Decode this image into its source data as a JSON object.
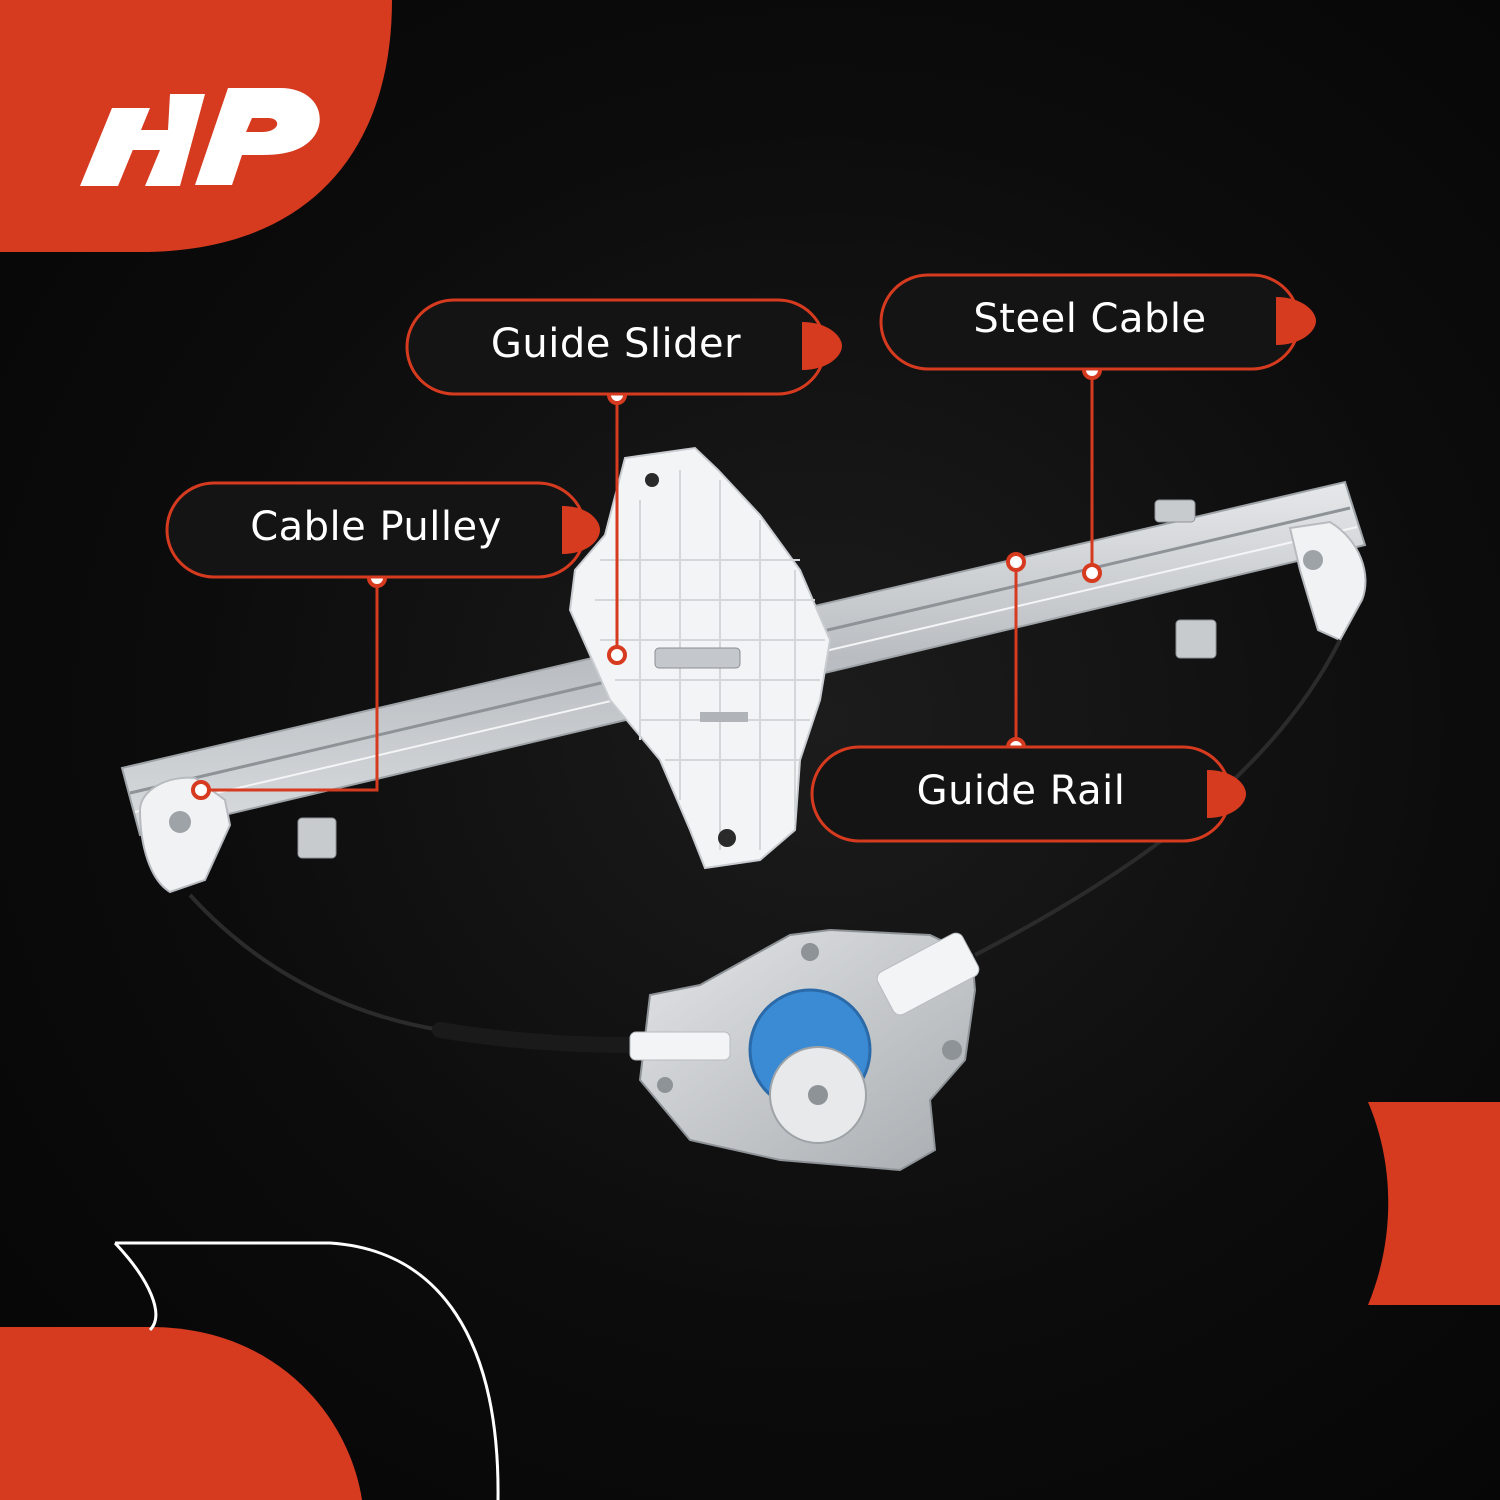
{
  "brand": {
    "logo_icon": "app-logo-icon",
    "accent_color": "#d63a1f"
  },
  "callouts": [
    {
      "id": "cable-pulley",
      "label": "Cable Pulley"
    },
    {
      "id": "guide-slider",
      "label": "Guide Slider"
    },
    {
      "id": "steel-cable",
      "label": "Steel Cable"
    },
    {
      "id": "guide-rail",
      "label": "Guide Rail"
    }
  ],
  "product": {
    "icon": "window-regulator-image"
  }
}
